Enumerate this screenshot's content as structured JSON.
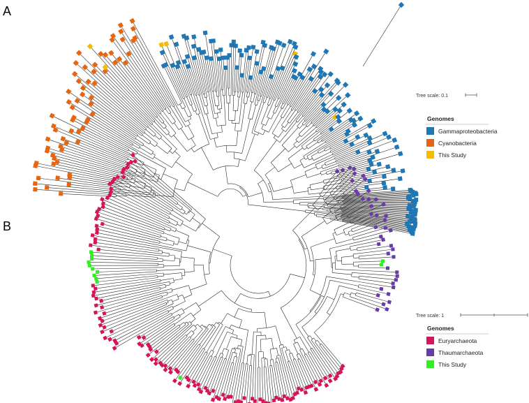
{
  "panels": [
    {
      "letter": "A",
      "tree_scale": "Tree scale: 0.1",
      "legend": {
        "title": "Genomes",
        "items": [
          {
            "label": "Gammaproteobacteria",
            "color": "#1f77b4"
          },
          {
            "label": "Cyanobacteria",
            "color": "#e8650f"
          },
          {
            "label": "This Study",
            "color": "#f5bc00"
          }
        ]
      }
    },
    {
      "letter": "B",
      "tree_scale": "Tree scale: 1",
      "legend": {
        "title": "Genomes",
        "items": [
          {
            "label": "Euryarchaeota",
            "color": "#d6145a"
          },
          {
            "label": "Thaumarchaeota",
            "color": "#6a3ba8"
          },
          {
            "label": "This Study",
            "color": "#33ee22"
          }
        ]
      }
    }
  ]
}
